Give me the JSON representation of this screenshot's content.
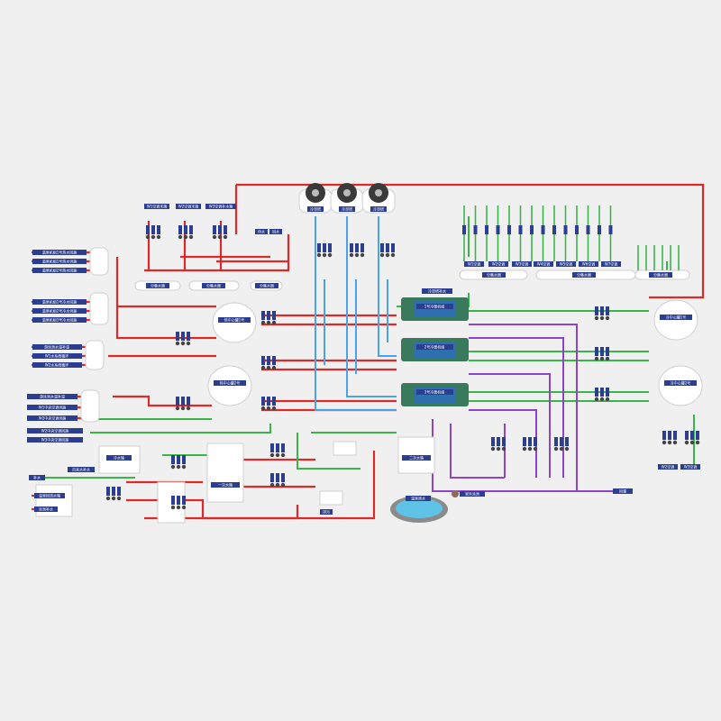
{
  "colors": {
    "background": "#f0f0f0",
    "hot_pipe": "#d92b2b",
    "cold_pipe": "#4aa3e8",
    "green_pipe": "#39b54a",
    "purple_pipe": "#8e44c9",
    "label_bg": "#2c3e8f",
    "unit_body": "#3a7a5c",
    "unit_blue": "#2e6fb0",
    "equipment": "#ffffff",
    "pool_water": "#5fc3e8"
  },
  "labels": {
    "ct1": "冷却塔",
    "ct2": "冷却塔",
    "ct3": "冷却塔",
    "hp1": "1号冷暖机组",
    "hp2": "2号冷暖机组",
    "hp3": "3号冷暖机组",
    "hot_center_1": "热中心罐1号",
    "hot_center_2": "热中心罐2号",
    "cold_center_1": "冷中心罐1号",
    "cold_center_2": "冷中心罐2号",
    "manifold_a": "分集水器",
    "manifold_b": "分集水器",
    "manifold_c": "分集水器",
    "manifold_d": "分集水器",
    "manifold_e": "分集水器",
    "manifold_f": "分集水器",
    "tank_small": "冷水箱",
    "tank_primary": "一次水箱",
    "tank_secondary": "二次水箱",
    "pool": "温泉原水",
    "pool_out": "室外泳池",
    "recharge": "回灌",
    "left_group_1": [
      "温泉机组1号热水回路",
      "温泉机组1号热水供路",
      "温泉机组2号热水回路"
    ],
    "left_group_2": [
      "温泉机组1号冷水回路",
      "温泉机组2号冷水供路",
      "温泉机组3号冷水回路"
    ],
    "left_group_3": [
      "游泳池水温补温",
      "W1水系统循环",
      "W2水系统循环"
    ],
    "left_group_4": [
      "游泳池水温补温",
      "W1中央空调供路",
      "W2中央空调供路"
    ],
    "left_group_5": [
      "W2中央空调回路",
      "W3中央空调回路"
    ],
    "top_left_tags": [
      "W1空调末端",
      "W2空调末端",
      "W3空调补水箱"
    ],
    "top_right_tags": [
      "W1空调",
      "W2空调",
      "W3空调",
      "W4空调",
      "W5空调",
      "W6空调",
      "W7空调"
    ],
    "mid_tag": "冷却塔补水",
    "right_tags": [
      "W2空调",
      "W3空调"
    ],
    "bottom_left": [
      "补水",
      "自来水补水",
      "温泉回流水箱",
      "泳池补水"
    ],
    "valve_tags": [
      "供水",
      "回水",
      "排污"
    ]
  }
}
